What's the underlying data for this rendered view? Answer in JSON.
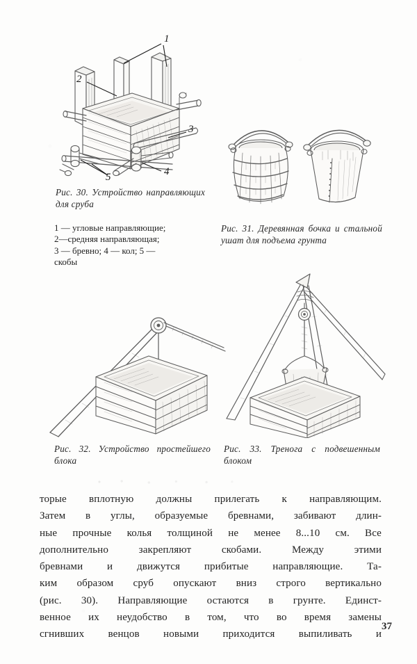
{
  "page": {
    "number": "37",
    "language": "ru"
  },
  "figures": [
    {
      "id": "fig30",
      "caption": "Рис. 30. Устройство направляющих для сруба",
      "alt": "log crib with vertical guide boards, stakes and staples",
      "callouts": [
        "1",
        "2",
        "3",
        "4",
        "5"
      ],
      "legend": [
        "1 — угловые направляющие;",
        "2—средняя  направляющая;",
        "3 — бревно;  4 — кол;  5 —",
        "скобы"
      ]
    },
    {
      "id": "fig31",
      "caption": "Рис. 31. Деревянная бочка и стальной ушат для подъема грунта",
      "alt": "wooden barrel and steel tub with bail handles"
    },
    {
      "id": "fig32",
      "caption": "Рис. 32. Устройство простейшего блока",
      "alt": "simple pulley on an inclined pole over a log box"
    },
    {
      "id": "fig33",
      "caption": "Рис. 33. Тренога с подвешенным блоком",
      "alt": "tripod with suspended pulley and bucket over a log crib"
    }
  ],
  "body": {
    "lines": [
      "торые вплотную должны прилегать к направляющим.",
      "Затем в углы, образуемые бревнами, забивают длин-",
      "ные прочные колья толщиной не менее 8...10 см. Все",
      "дополнительно закрепляют скобами. Между этими",
      "бревнами и движутся прибитые направляющие. Та-",
      "ким образом сруб опускают вниз строго вертикально",
      "(рис. 30). Направляющие остаются в грунте. Единст-",
      "венное их неудобство в том, что во время замены",
      "сгнивших венцов новыми приходится выпиливать и"
    ]
  },
  "colors": {
    "paper": "#fdfdfc",
    "ink": "#232323",
    "line_art": "#5a5a5a"
  }
}
